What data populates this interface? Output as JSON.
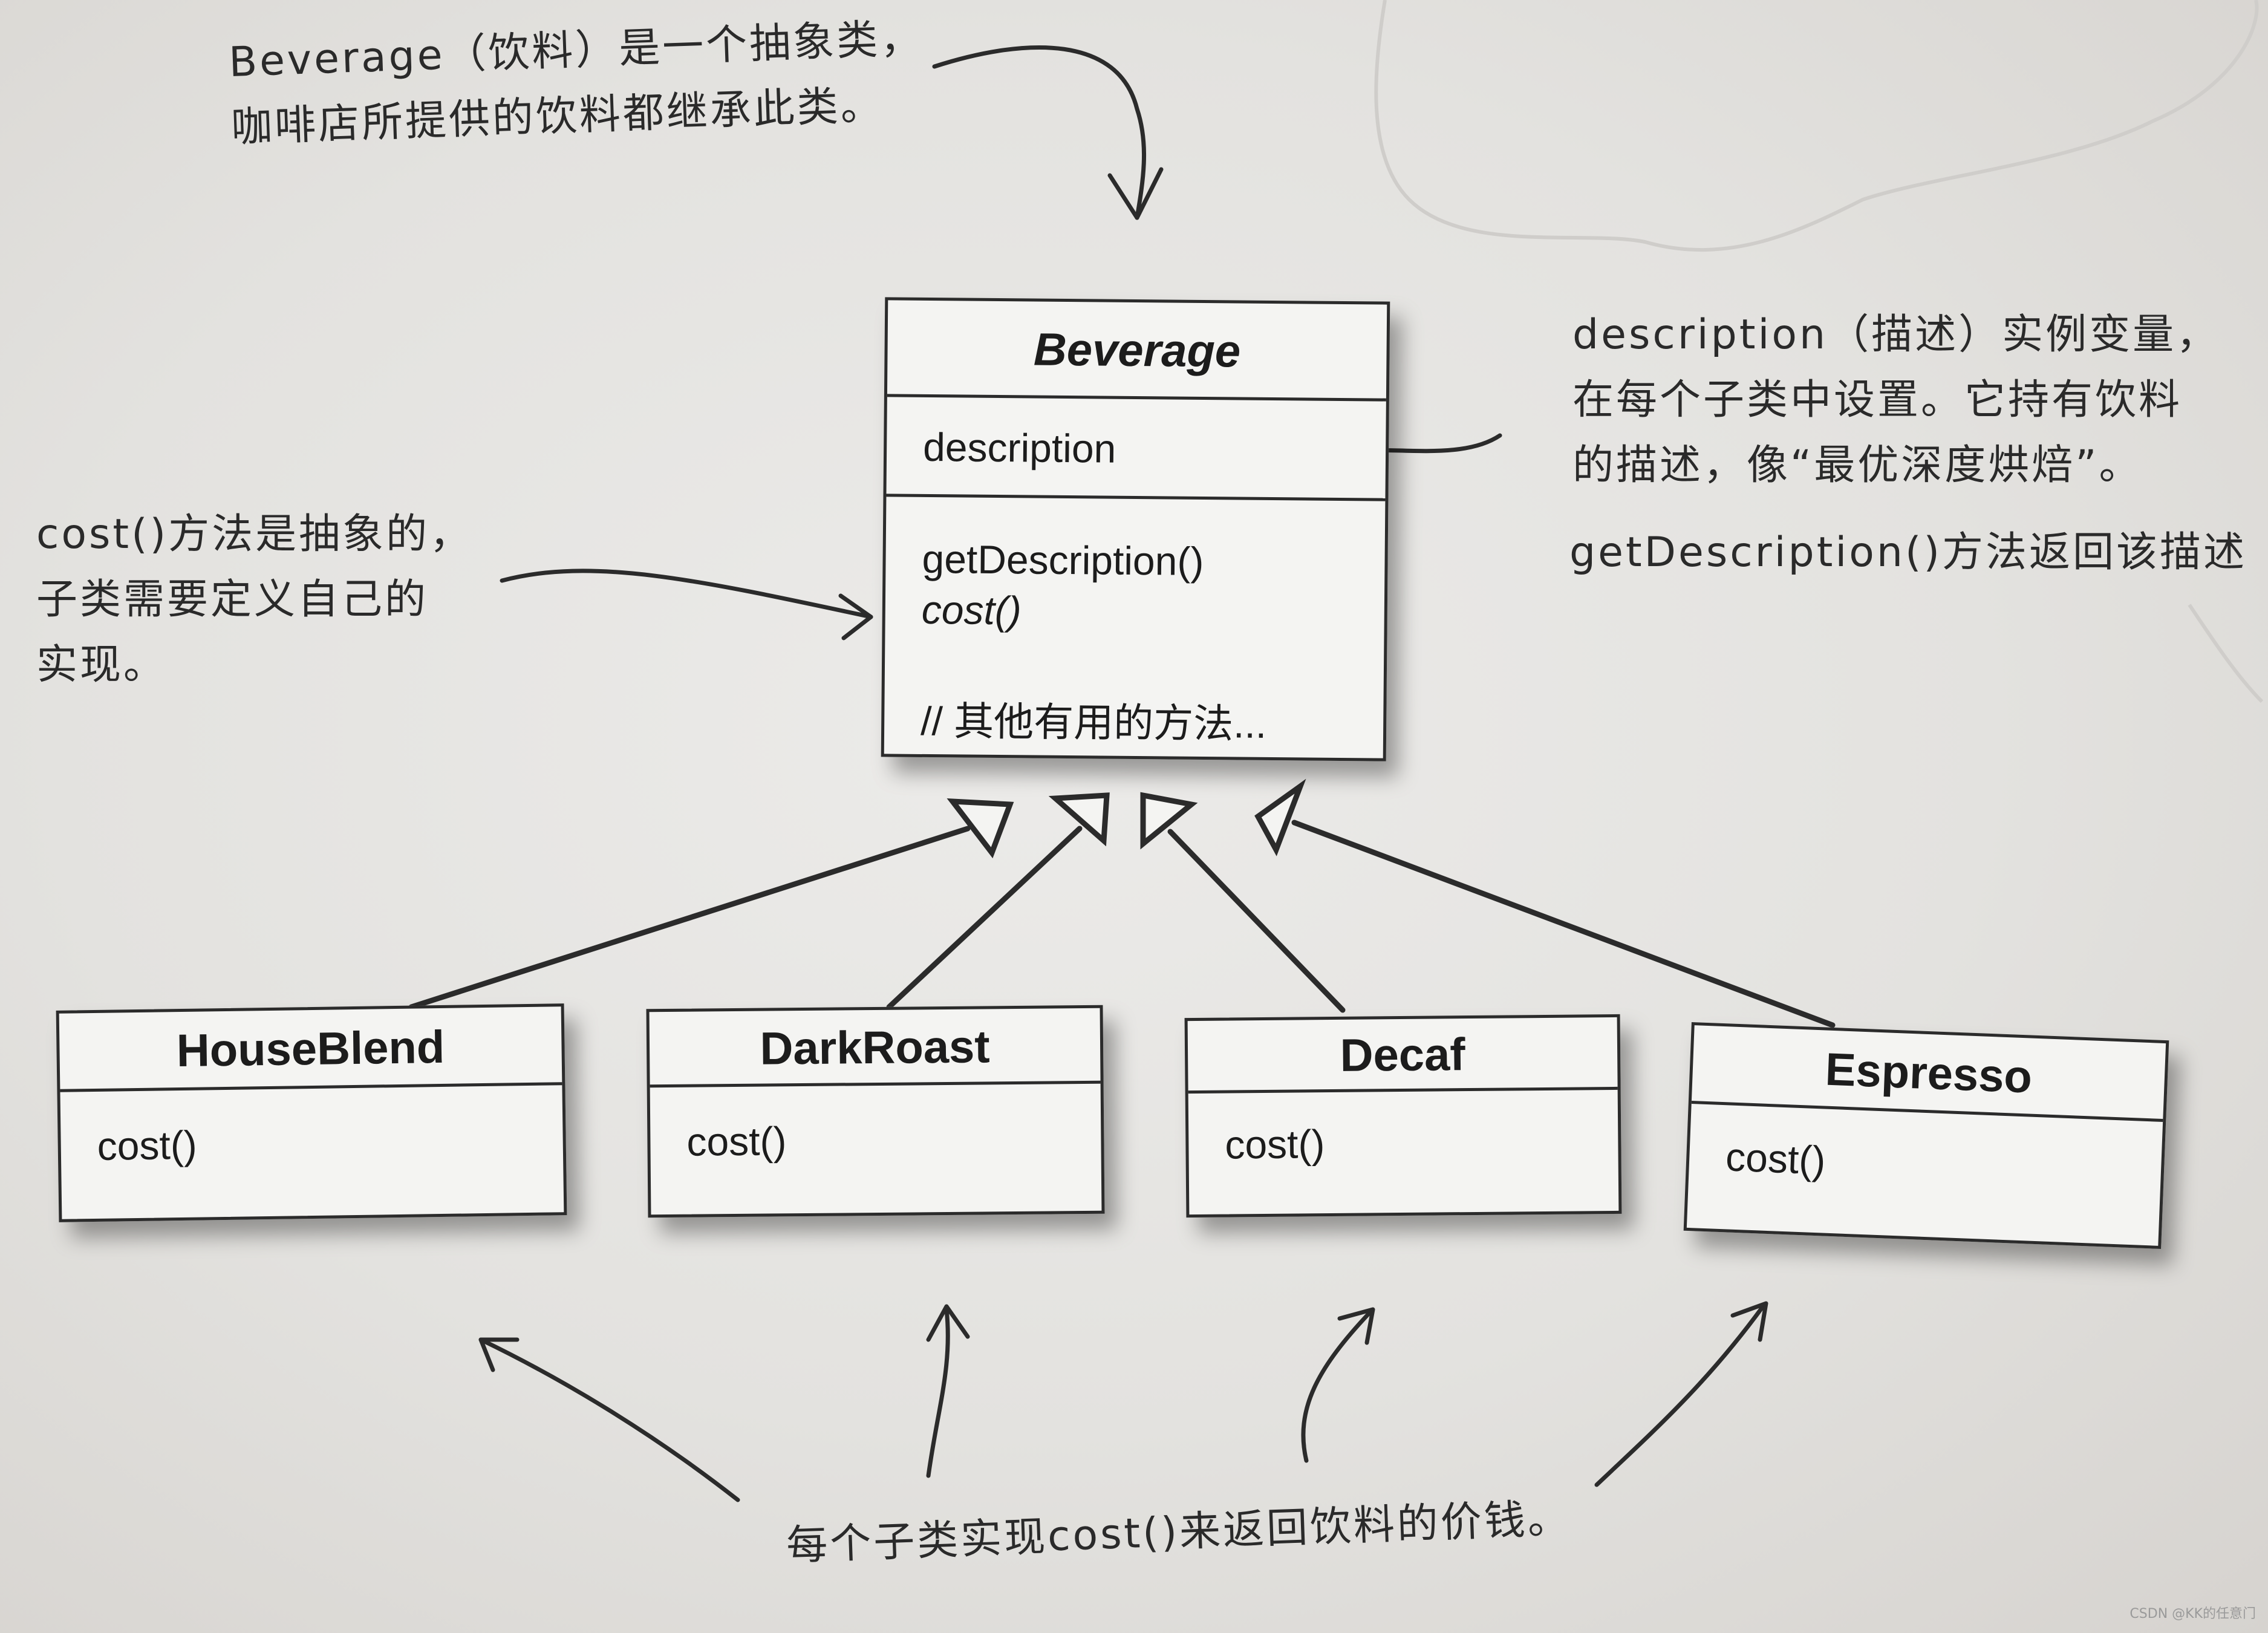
{
  "notes": {
    "top_left": [
      "Beverage（饮料）是一个抽象类，",
      "咖啡店所提供的饮料都继承此类。"
    ],
    "left": [
      "cost()方法是抽象的，",
      "子类需要定义自己的",
      "实现。"
    ],
    "right": [
      "description（描述）实例变量，",
      "在每个子类中设置。它持有饮料",
      "的描述，像“最优深度烘焙”。"
    ],
    "right_method": "getDescription()方法返回该描述",
    "bottom": "每个子类实现cost()来返回饮料的价钱。"
  },
  "beverage": {
    "name": "Beverage",
    "field": "description",
    "method_1": "getDescription()",
    "method_2": "cost()",
    "comment": "// 其他有用的方法..."
  },
  "subclasses": [
    {
      "name": "HouseBlend",
      "method": "cost()"
    },
    {
      "name": "DarkRoast",
      "method": "cost()"
    },
    {
      "name": "Decaf",
      "method": "cost()"
    },
    {
      "name": "Espresso",
      "method": "cost()"
    }
  ],
  "watermark": "CSDN @KK的任意门",
  "colors": {
    "ink": "#2b2b2b",
    "paper": "#e9e8e5",
    "box_fill": "#f4f4f2"
  }
}
